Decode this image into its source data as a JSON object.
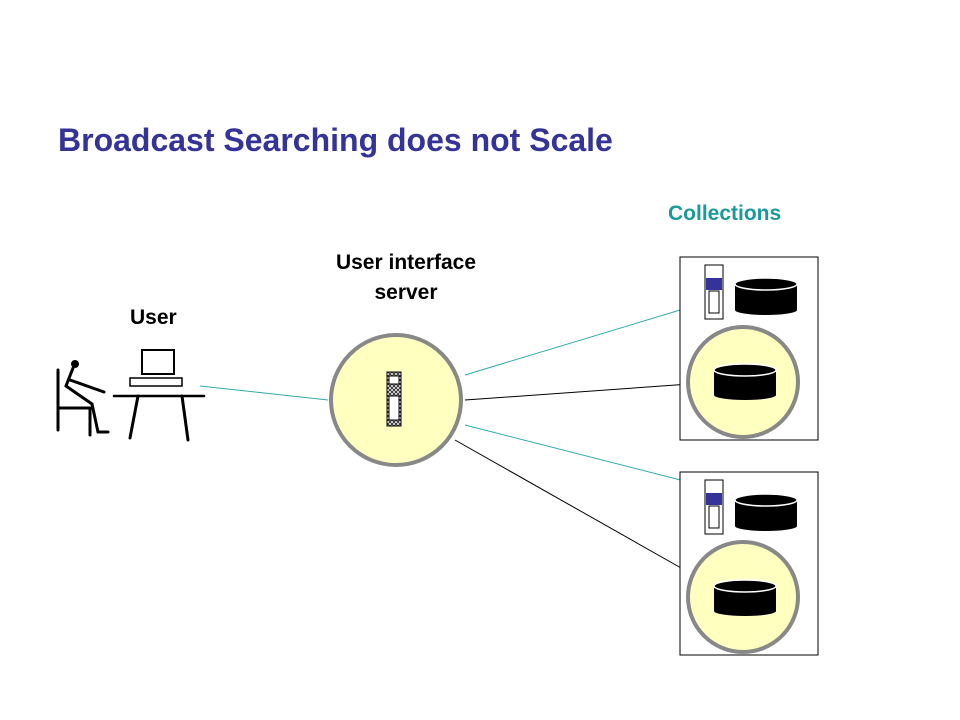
{
  "title": "Broadcast Searching does not Scale",
  "labels": {
    "collections": "Collections",
    "server_line1": "User interface",
    "server_line2": "server",
    "user": "User"
  },
  "icons": [
    "user-at-computer-icon",
    "server-tower-icon",
    "database-cylinder-icon"
  ],
  "colors": {
    "title": "#333399",
    "collections_label": "#1a9a9a",
    "node_fill": "#ffffc0",
    "node_stroke": "#888888",
    "teal_link": "#33aaaa",
    "black_link": "#000000",
    "server_accent": "#333399"
  }
}
